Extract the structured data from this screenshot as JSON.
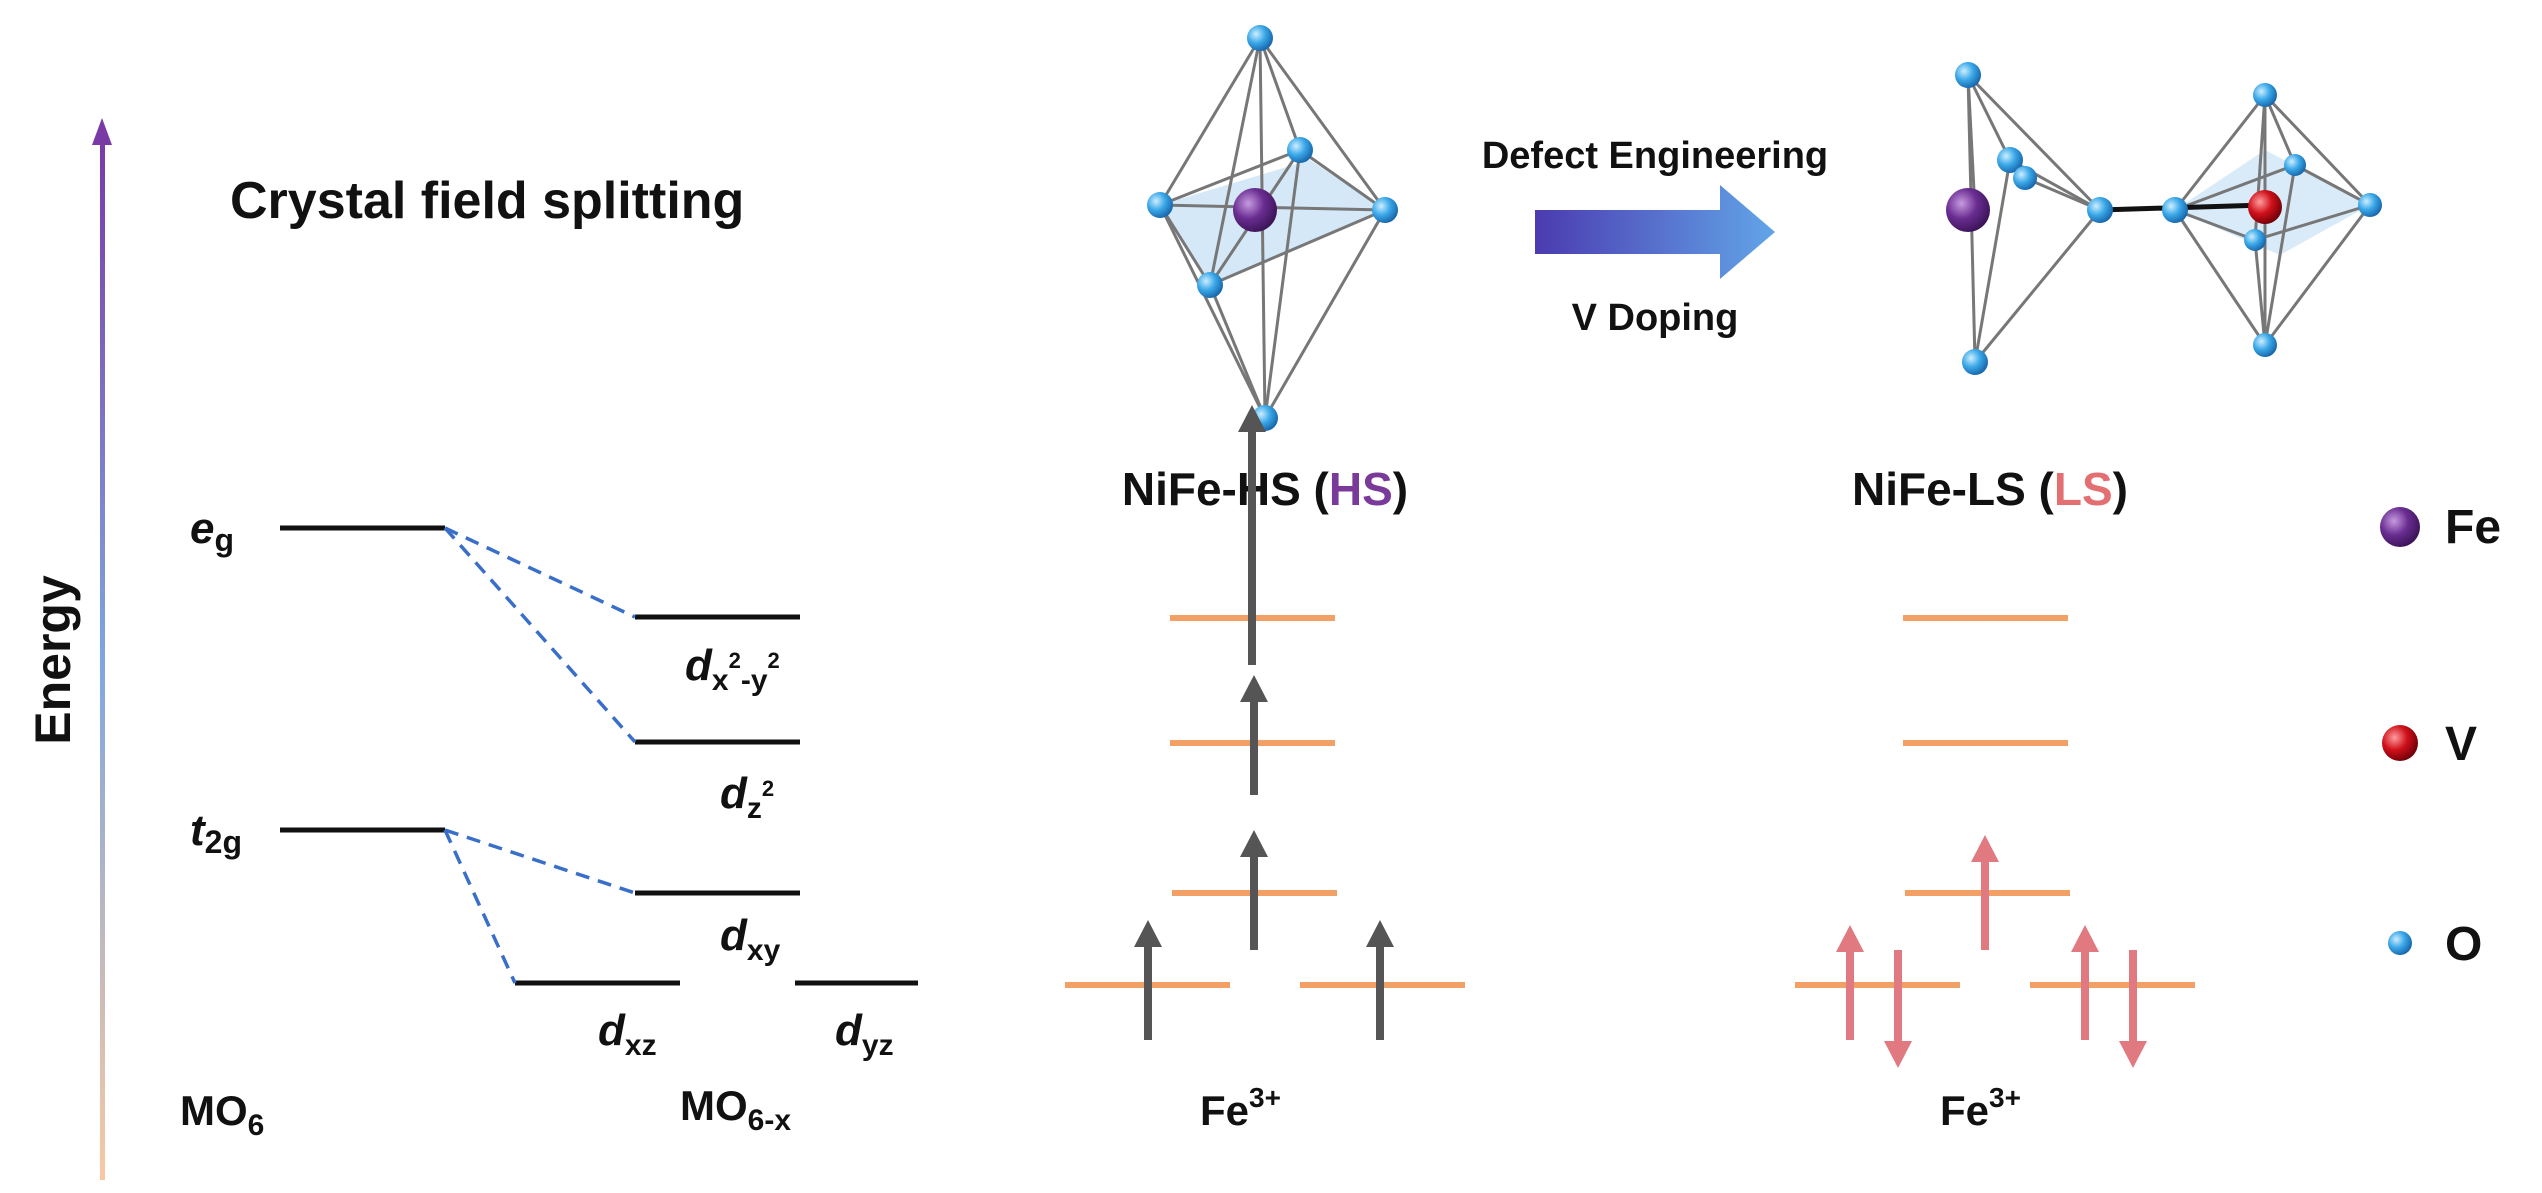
{
  "title": "Crystal field splitting",
  "axis_label": "Energy",
  "colors": {
    "level_line": "#111111",
    "connector": "#3a6fc9",
    "hs_level": "#f2a066",
    "hs_arrow": "#555555",
    "ls_arrow": "#e07a80",
    "hs_label": "#7a3a9a",
    "ls_label": "#e36f73",
    "fe_atom": "#6a2d91",
    "v_atom": "#d0101a",
    "o_atom": "#2d9fe0",
    "process_arrow_start": "#4b3bb0",
    "process_arrow_end": "#62a5e8"
  },
  "splitting": {
    "eg": {
      "base": "e",
      "sub": "g"
    },
    "t2g": {
      "base": "t",
      "sub": "2g"
    },
    "dx2y2": {
      "base": "d",
      "sub1": "x",
      "sup1": "2",
      "mid": "-y",
      "sup2": "2"
    },
    "dz2": {
      "base": "d",
      "sub": "z",
      "sup": "2"
    },
    "dxy": {
      "base": "d",
      "sub": "xy"
    },
    "dxz": {
      "base": "d",
      "sub": "xz"
    },
    "dyz": {
      "base": "d",
      "sub": "yz"
    },
    "mo6": {
      "base": "MO",
      "sub": "6"
    },
    "mo6x": {
      "base": "MO",
      "sub": "6-x"
    }
  },
  "process": {
    "top_label": "Defect Engineering",
    "bottom_label": "V Doping"
  },
  "hs": {
    "label_prefix": "NiFe-HS (",
    "label_highlight": "HS",
    "label_suffix": ")",
    "ion_base": "Fe",
    "ion_sup": "3+"
  },
  "ls": {
    "label_prefix": "NiFe-LS (",
    "label_highlight": "LS",
    "label_suffix": ")",
    "ion_base": "Fe",
    "ion_sup": "3+"
  },
  "legend": {
    "fe": "Fe",
    "v": "V",
    "o": "O"
  }
}
